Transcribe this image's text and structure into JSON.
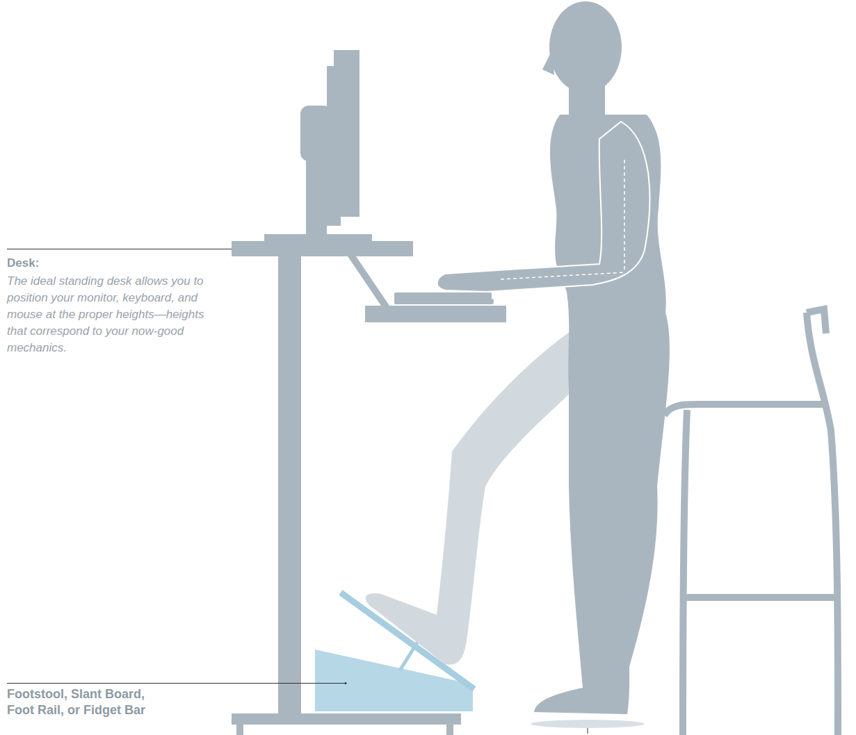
{
  "diagram": {
    "labels": [
      "Desk:",
      "The ideal standing desk allows you to position your monitor, keyboard, and mouse at the proper heights—heights that correspond to your now-good mechanics.",
      "Footstool, Slant Board, Foot Rail, or Fidget Bar"
    ]
  }
}
